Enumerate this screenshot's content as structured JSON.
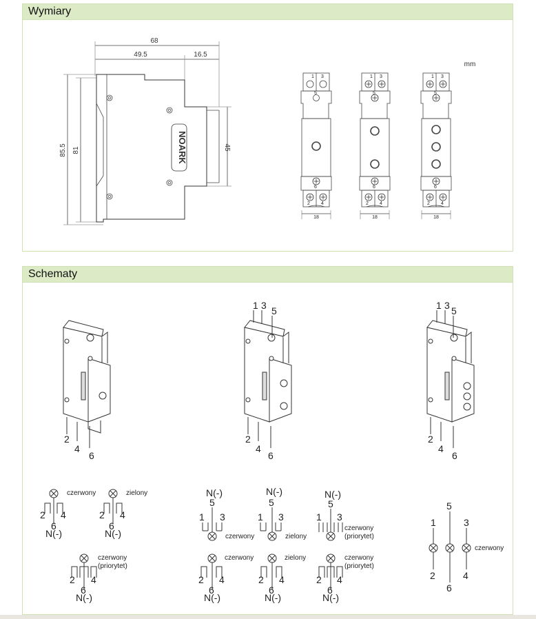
{
  "sections": {
    "dimensions_title": "Wymiary",
    "schematics_title": "Schematy"
  },
  "dimensions": {
    "width_total": "68",
    "width_body": "49.5",
    "width_top": "16.5",
    "height_total": "85.5",
    "height_body": "81",
    "height_front": "45",
    "unit": "mm",
    "module_width": "18",
    "brand": "NOARK"
  },
  "terminals": {
    "t1": "1",
    "t2": "2",
    "t3": "3",
    "t4": "4",
    "t5": "5",
    "t6": "6"
  },
  "wiring": {
    "neutral": "N(-)",
    "red": "czerwony",
    "green": "zielony",
    "priority": "(priorytet)"
  },
  "colors": {
    "header_bg": "#dcebc6",
    "border": "#cfe2b4"
  }
}
